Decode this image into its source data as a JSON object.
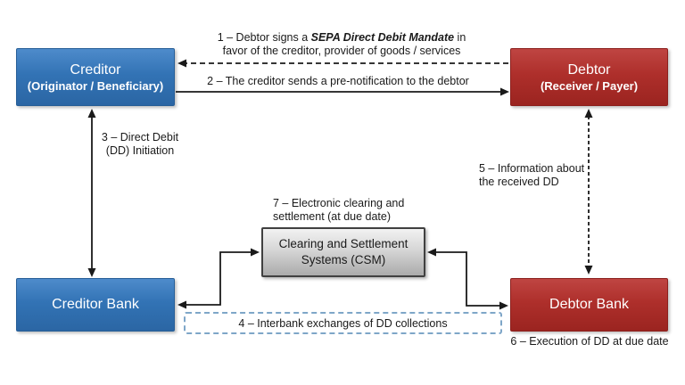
{
  "diagram": {
    "boxes": {
      "creditor": {
        "title": "Creditor",
        "subtitle": "(Originator / Beneficiary)"
      },
      "debtor": {
        "title": "Debtor",
        "subtitle": "(Receiver / Payer)"
      },
      "creditor_bank": {
        "title": "Creditor Bank"
      },
      "debtor_bank": {
        "title": "Debtor Bank"
      },
      "csm": {
        "line1": "Clearing and Settlement",
        "line2": "Systems (CSM)"
      }
    },
    "steps": {
      "step1": {
        "prefix": "1 – Debtor signs a ",
        "emphasis": "SEPA Direct Debit Mandate",
        "suffix": " in",
        "line2": "favor of the creditor, provider of goods / services"
      },
      "step2": "2 – The creditor sends a pre-notification to the debtor",
      "step3": {
        "line1": "3 – Direct Debit",
        "line2": "(DD) Initiation"
      },
      "step4": "4 – Interbank exchanges of DD collections",
      "step5": {
        "line1": "5 – Information about",
        "line2": "the received DD"
      },
      "step6": "6 – Execution of DD at due date",
      "step7": {
        "line1": "7 – Electronic clearing and",
        "line2": "settlement (at due date)"
      }
    },
    "colors": {
      "creditor_blue": "#3273B5",
      "debtor_red": "#AE2F2B",
      "csm_gray": "#D6D6D6",
      "interbank_border_blue": "#7EA6C8",
      "connector_black": "#1A1A1A"
    }
  }
}
